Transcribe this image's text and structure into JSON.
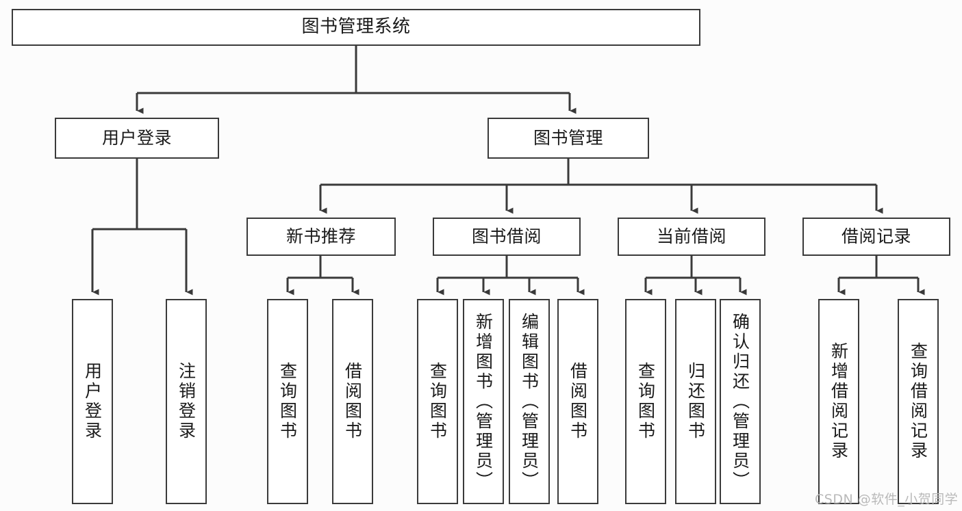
{
  "diagram": {
    "title": "图书管理系统",
    "type": "tree-hierarchy-chart",
    "watermark": "CSDN @软件_小贺同学",
    "colors": {
      "background": "#fcfcfc",
      "box_fill": "#ffffff",
      "box_border": "#3a3a3a",
      "connector": "#3a3a3a",
      "text": "#1a1a1a",
      "watermark": "#b9b9b9"
    },
    "root": {
      "label": "图书管理系统"
    },
    "level2": [
      {
        "label": "用户登录"
      },
      {
        "label": "图书管理"
      }
    ],
    "level3": [
      {
        "label": "新书推荐"
      },
      {
        "label": "图书借阅"
      },
      {
        "label": "当前借阅"
      },
      {
        "label": "借阅记录"
      }
    ],
    "leaves": [
      {
        "label": "用户登录",
        "parent": "用户登录"
      },
      {
        "label": "注销登录",
        "parent": "用户登录"
      },
      {
        "label": "查询图书",
        "parent": "新书推荐"
      },
      {
        "label": "借阅图书",
        "parent": "新书推荐"
      },
      {
        "label": "查询图书",
        "parent": "图书借阅"
      },
      {
        "label": "新增图书（管理员）",
        "parent": "图书借阅"
      },
      {
        "label": "编辑图书（管理员）",
        "parent": "图书借阅"
      },
      {
        "label": "借阅图书",
        "parent": "图书借阅"
      },
      {
        "label": "查询图书",
        "parent": "当前借阅"
      },
      {
        "label": "归还图书",
        "parent": "当前借阅"
      },
      {
        "label": "确认归还（管理员）",
        "parent": "当前借阅"
      },
      {
        "label": "新增借阅记录",
        "parent": "借阅记录"
      },
      {
        "label": "查询借阅记录",
        "parent": "借阅记录"
      }
    ]
  }
}
